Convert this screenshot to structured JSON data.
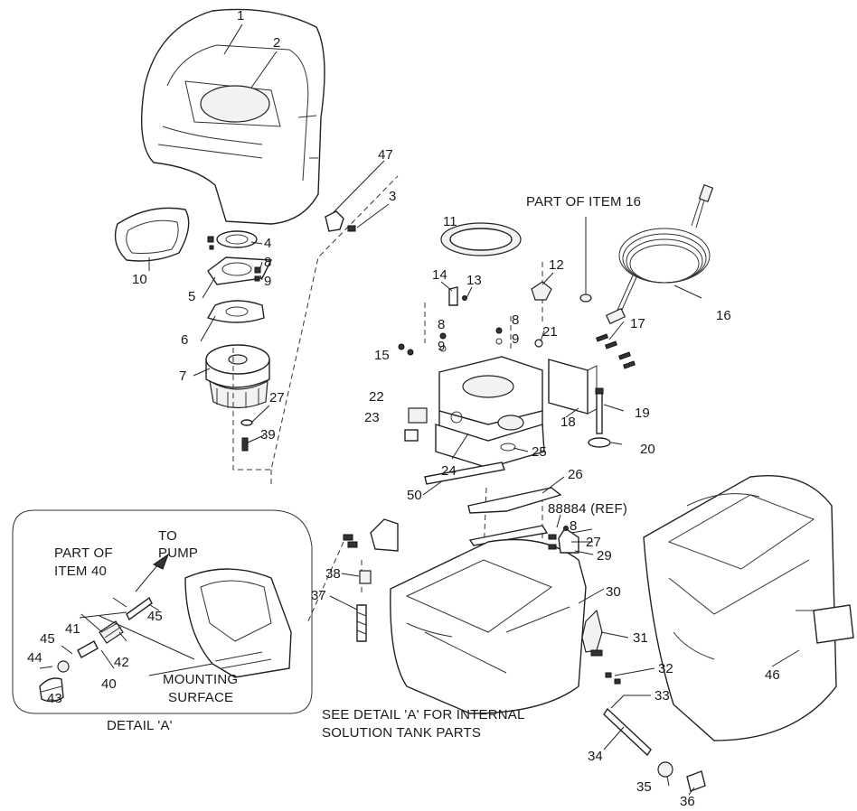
{
  "diagram": {
    "part_numbers": [
      "1",
      "2",
      "3",
      "4",
      "5",
      "6",
      "7",
      "8",
      "9",
      "10",
      "11",
      "12",
      "13",
      "14",
      "8",
      "9",
      "8",
      "9",
      "15",
      "16",
      "17",
      "18",
      "19",
      "20",
      "21",
      "22",
      "23",
      "24",
      "25",
      "26",
      "27",
      "29",
      "30",
      "31",
      "32",
      "33",
      "34",
      "35",
      "36",
      "37",
      "38",
      "39",
      "27",
      "8",
      "40",
      "41",
      "42",
      "43",
      "44",
      "45",
      "45",
      "46",
      "47",
      "50"
    ],
    "annotations": {
      "part_of_item_16": "PART OF ITEM 16",
      "ref_88884": "88884 (REF)",
      "to_pump_line1": "TO",
      "to_pump_line2": "PUMP",
      "part_of_item_40_line1": "PART OF",
      "part_of_item_40_line2": "ITEM 40",
      "mounting_line1": "MOUNTING",
      "mounting_line2": "SURFACE",
      "detail_a_caption": "DETAIL 'A'",
      "see_detail_line1": "SEE DETAIL 'A' FOR INTERNAL",
      "see_detail_line2": "SOLUTION TANK PARTS"
    }
  }
}
